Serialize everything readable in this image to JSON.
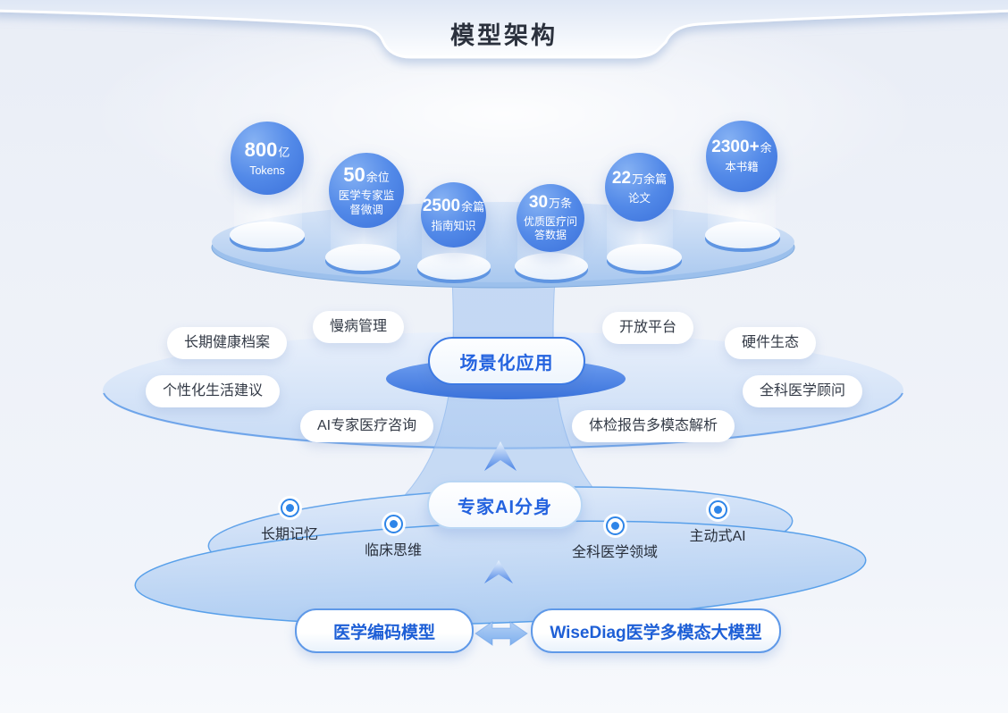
{
  "header": {
    "title": "模型架构"
  },
  "data_sources": [
    {
      "value": "800",
      "unit": "亿",
      "line2": "Tokens"
    },
    {
      "value": "50",
      "unit": "余位",
      "line2": "医学专家监督微调"
    },
    {
      "value": "2500",
      "unit": "余篇",
      "line2": "指南知识"
    },
    {
      "value": "30",
      "unit": "万条",
      "line2": "优质医疗问答数据"
    },
    {
      "value": "22",
      "unit": "万余篇",
      "line2": "论文"
    },
    {
      "value": "2300+",
      "unit": "余",
      "line2": "本书籍"
    }
  ],
  "scenario_layer": {
    "center_label": "场景化应用",
    "items_left": [
      "长期健康档案",
      "慢病管理",
      "个性化生活建议",
      "AI专家医疗咨询"
    ],
    "items_right": [
      "开放平台",
      "硬件生态",
      "全科医学顾问",
      "体检报告多模态解析"
    ]
  },
  "agent_layer": {
    "center_label": "专家AI分身",
    "capabilities": [
      "长期记忆",
      "临床思维",
      "全科医学领域",
      "主动式AI"
    ]
  },
  "model_layer": {
    "left_model": "医学编码模型",
    "right_model": "WiseDiag医学多模态大模型"
  },
  "colors": {
    "sphere_blue": "#4f87e7",
    "accent_blue": "#2463df",
    "edge_blue": "#5d9ae8",
    "dark_ellipse": "#4a82e6",
    "background": "#edf1f8"
  }
}
